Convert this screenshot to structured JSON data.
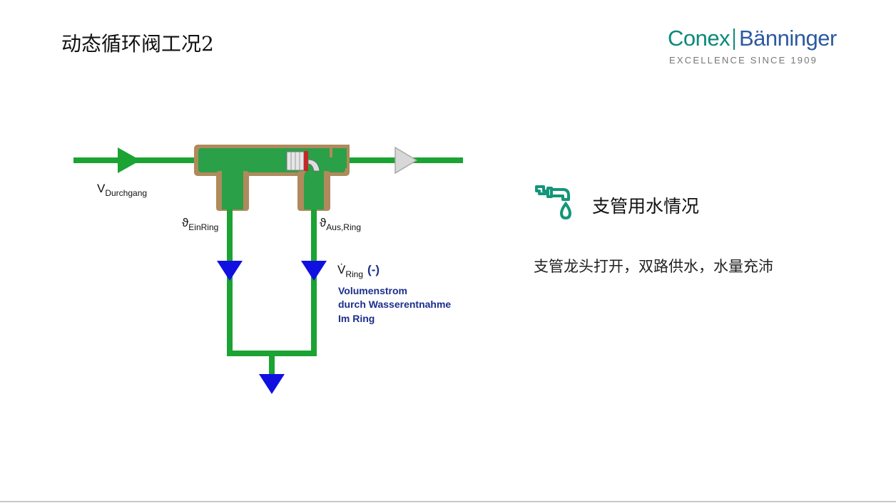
{
  "title": "动态循环阀工况2",
  "logo": {
    "word_left": "Conex",
    "word_right": "Bänninger",
    "tagline": "EXCELLENCE SINCE 1909",
    "color_left": "#0a8a7a",
    "color_right": "#2c5aa0"
  },
  "diagram": {
    "label_main_flow": "V",
    "label_main_flow_sub": "Durchgang",
    "label_temp_in": "ϑ",
    "label_temp_in_sub": "EinRing",
    "label_temp_out": "ϑ",
    "label_temp_out_sub": "Aus,Ring",
    "label_ring_flow": "V̇",
    "label_ring_flow_sub": "Ring",
    "label_ring_sign": "(-)",
    "note_line1": "Volumenstrom",
    "note_line2": "durch Wasserentnahme",
    "note_line3": "Im Ring",
    "pipe_color": "#1ba334",
    "arrow_ring_color": "#1010e0",
    "valve_body_color": "#2aa048"
  },
  "section": {
    "icon": "faucet-icon",
    "heading": "支管用水情况",
    "body": "支管龙头打开，双路供水，水量充沛",
    "icon_color": "#13967a"
  }
}
